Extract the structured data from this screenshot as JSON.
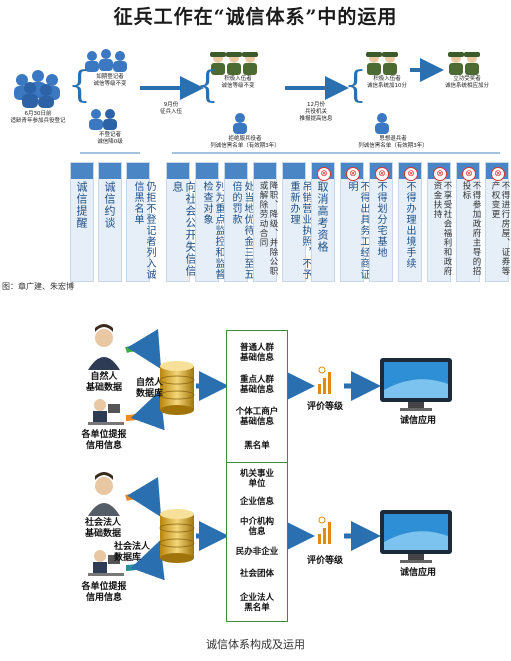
{
  "title": "征兵工作在“诚信体系”中的运用",
  "top_flow": {
    "start_label": "6月30日前\n适龄青年参加兵役登记",
    "branch_registered": "如期登记者\n诚信等级不变",
    "branch_unregistered": "不登记者\n诚信降0级",
    "arrow1_label": "9月份\n征兵入伍",
    "active_enlist": "积极入伍者\n诚信等级不变",
    "refuse_enlist": "拒绝服兵役者\n列诚信黑名单（有效期3年）",
    "arrow2_label": "12月份\n兵役机关\n推报提高信息",
    "active_join": "积极入伍者\n诚信系统加10分",
    "meritorious": "立功受奖者\n诚信系统相应加分",
    "desert": "思想退兵者\n列诚信黑名单（有效期3年）"
  },
  "columns": [
    {
      "text": "诚信提醒",
      "style": "big",
      "x": null
    },
    {
      "text": "诚信约谈",
      "style": "big"
    },
    {
      "text": "仍拒不登记者列入诚信黑名单",
      "style": "med"
    },
    {
      "text": "向社会公开失信信息",
      "style": "big"
    },
    {
      "text": "列为重点监控和监督检查对象",
      "style": "med"
    },
    {
      "text": "处当地优待金三至五倍的罚款",
      "style": "med"
    },
    {
      "text": "降职、降级、并除公职或解除劳动合同",
      "style": "sm"
    },
    {
      "text": "吊销营业执照，不予重新办理",
      "style": "med"
    },
    {
      "text": "取消高考资格",
      "style": "big",
      "x_mark": true
    },
    {
      "text": "不得出具务工经商证明",
      "style": "med",
      "x_mark": true
    },
    {
      "text": "不得划分宅基地",
      "style": "med",
      "x_mark": true
    },
    {
      "text": "不得办理出境手续",
      "style": "med",
      "x_mark": true
    },
    {
      "text": "不享受社会福利和政府资金扶持",
      "style": "sm",
      "x_mark": true
    },
    {
      "text": "不得参加政府主导的招投标",
      "style": "sm",
      "x_mark": true
    },
    {
      "text": "不得进行房屋、证券等产权变更",
      "style": "sm",
      "x_mark": true
    }
  ],
  "credit": "图：章广建、朱宏博",
  "bottom": {
    "panel1": {
      "person_label": "自然人\n基础数据",
      "unit_label": "各单位提报\n信用信息",
      "db_label": "自然人\n数据库",
      "items": [
        "普通人群\n基础信息",
        "重点人群\n基础信息",
        "个体工商户\n基础信息",
        "黑名单"
      ],
      "rating": "评价等级",
      "app": "诚信应用"
    },
    "panel2": {
      "person_label": "社会法人\n基础数据",
      "unit_label": "各单位提报\n信用信息",
      "db_label": "社会法人\n数据库",
      "items": [
        "机关事业\n单位",
        "企业信息",
        "中介机构\n信息",
        "民办非企业",
        "社会团体",
        "企业法人\n黑名单"
      ],
      "rating": "评价等级",
      "app": "诚信应用"
    }
  },
  "caption": "诚信体系构成及运用",
  "colors": {
    "accent": "#4a86c5",
    "green": "#3e8a3e",
    "arrow_blue": "#2a6fb0"
  }
}
